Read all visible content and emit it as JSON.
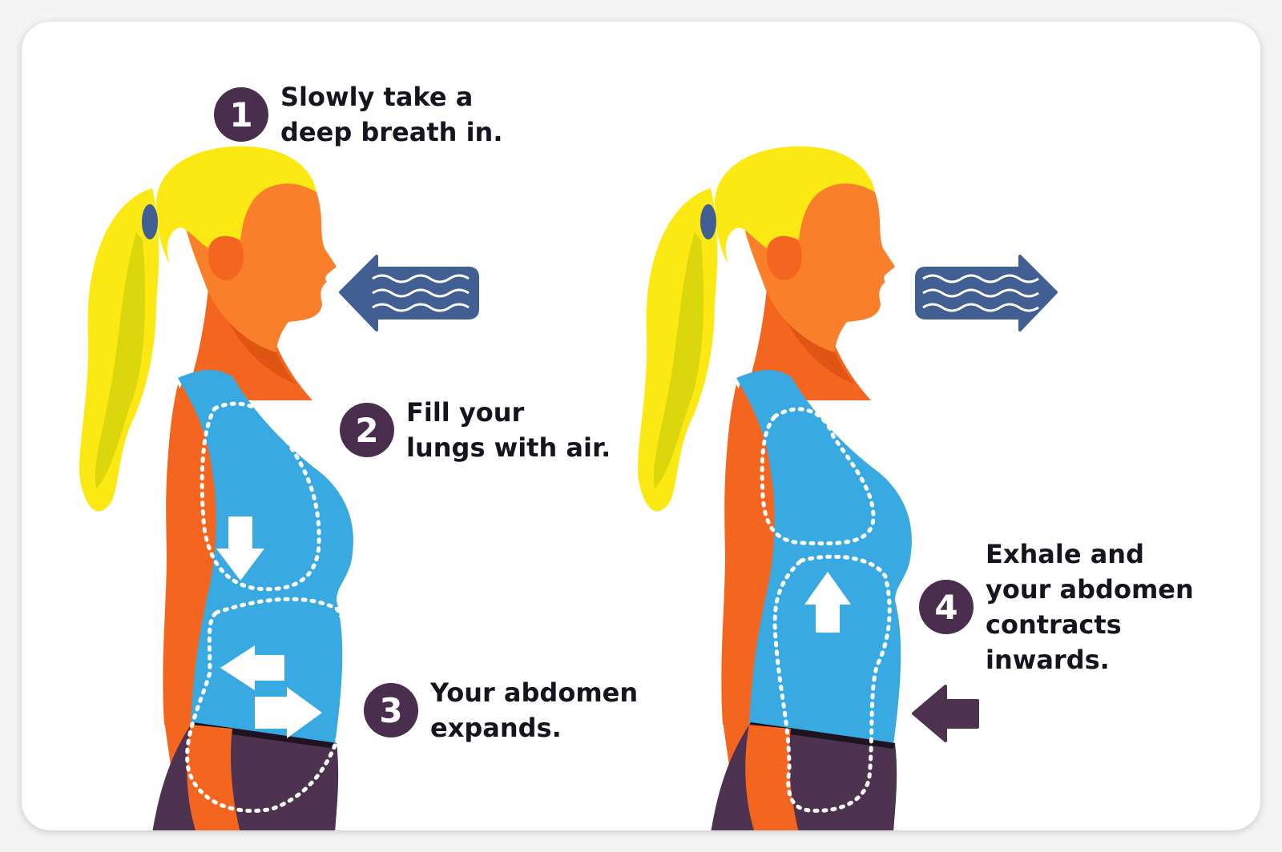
{
  "steps": [
    {
      "number": "1",
      "line1": "Slowly take a",
      "line2": "deep breath in."
    },
    {
      "number": "2",
      "line1": "Fill your",
      "line2": "lungs with air."
    },
    {
      "number": "3",
      "line1": "Your abdomen",
      "line2": "expands."
    },
    {
      "number": "4",
      "line1": "Exhale and",
      "line2": "your abdomen",
      "line3": "contracts",
      "line4": "inwards."
    }
  ],
  "colors": {
    "skin": "#f97f2a",
    "skin_shadow": "#f4661f",
    "hair": "#fce914",
    "hair_shadow": "#dcd60d",
    "tank_top": "#38a9e1",
    "pants": "#4d3350",
    "air_arrow": "#415f92",
    "badge": "#4a2e4e"
  },
  "icons": {
    "inhale_arrow": "arrow-left-wavy-icon",
    "exhale_arrow": "arrow-right-wavy-icon",
    "diaphragm_down": "arrow-down-icon",
    "expand_left": "arrow-left-icon",
    "expand_right": "arrow-right-icon",
    "contract_up": "arrow-up-icon",
    "contract_in": "arrow-left-icon"
  }
}
